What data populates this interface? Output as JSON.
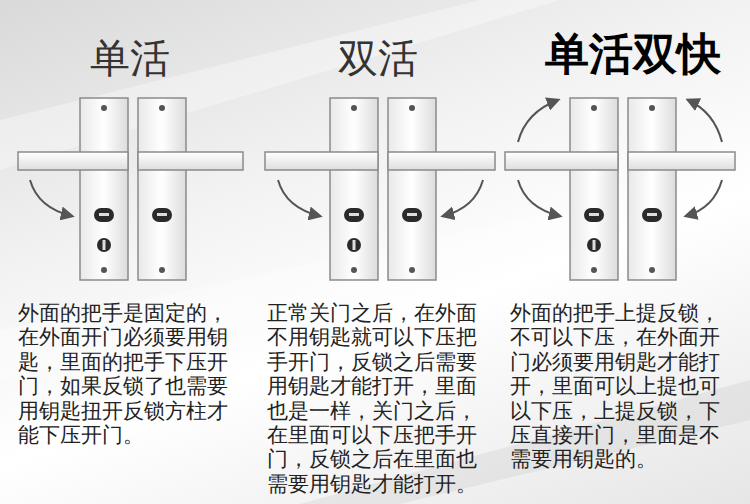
{
  "diagram": {
    "labels": [
      "单活",
      "双活",
      "单活双快",
      "外面的把手是固定的， 在外面开门必须要用钥 匙，里面的把手下压开 门，如果反锁了也需要 用钥匙扭开反锁方柱才 能下压开门。",
      "正常关门之后，在外面 不用钥匙就可以下压把 手开门，反锁之后需要 用钥匙才能打开，里面 也是一样，关门之后， 在里面可以下压把手开 门，反锁之后在里面也 需要用钥匙才能打开。",
      "外面的把手上提反锁， 不可以下压，在外面开 门必须要用钥匙才能打 开，里面可以上提也可 以下压，上提反锁，下 压直接开门，里面是不 需要用钥匙的。"
    ]
  }
}
